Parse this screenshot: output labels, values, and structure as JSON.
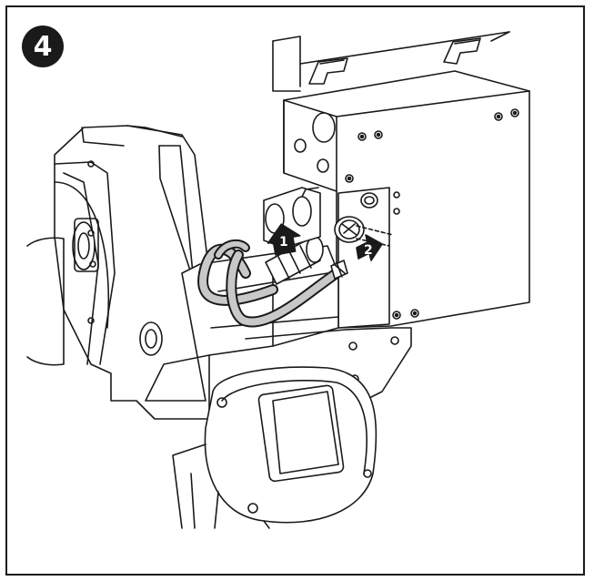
{
  "step": {
    "number": "4"
  },
  "callouts": [
    {
      "label": "1",
      "meaning": "arrow-up"
    },
    {
      "label": "2",
      "meaning": "arrow-right"
    }
  ],
  "colors": {
    "line": "#1a1a1a",
    "hose": "#c8c8c8",
    "fill": "#ffffff"
  }
}
